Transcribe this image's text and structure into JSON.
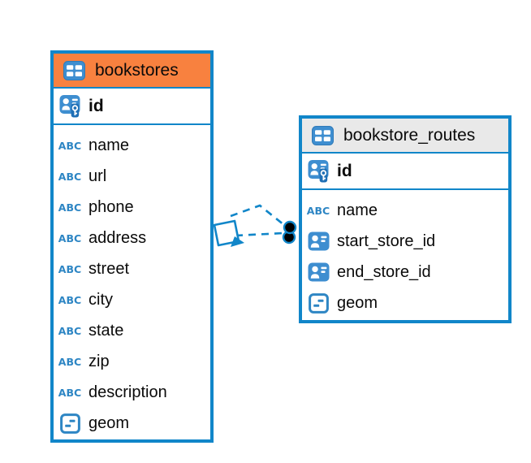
{
  "diagram": {
    "background": "#ffffff"
  },
  "colors": {
    "table_border": "#1186c9",
    "bookstores_header_bg": "#f8813f",
    "routes_header_bg": "#e9e9e9",
    "icon_blue": "#3e8ed0",
    "icon_dark_blue": "#1f6fb5",
    "text_type_blue": "#2e86c4",
    "connector_blue": "#1186c9",
    "text_color": "#0a0a0a"
  },
  "tables": [
    {
      "name": "bookstores",
      "header_style": "orange",
      "primary_key": {
        "label": "id",
        "type": "pk"
      },
      "fields": [
        {
          "label": "name",
          "type": "text"
        },
        {
          "label": "url",
          "type": "text"
        },
        {
          "label": "phone",
          "type": "text"
        },
        {
          "label": "address",
          "type": "text"
        },
        {
          "label": "street",
          "type": "text"
        },
        {
          "label": "city",
          "type": "text"
        },
        {
          "label": "state",
          "type": "text"
        },
        {
          "label": "zip",
          "type": "text"
        },
        {
          "label": "description",
          "type": "text"
        },
        {
          "label": "geom",
          "type": "geom"
        }
      ]
    },
    {
      "name": "bookstore_routes",
      "header_style": "gray",
      "primary_key": {
        "label": "id",
        "type": "pk"
      },
      "fields": [
        {
          "label": "name",
          "type": "text"
        },
        {
          "label": "start_store_id",
          "type": "fk"
        },
        {
          "label": "end_store_id",
          "type": "fk"
        },
        {
          "label": "geom",
          "type": "geom"
        }
      ]
    }
  ],
  "relationship": {
    "from_table": "bookstores",
    "to_table": "bookstore_routes",
    "line_style": "dashed"
  }
}
